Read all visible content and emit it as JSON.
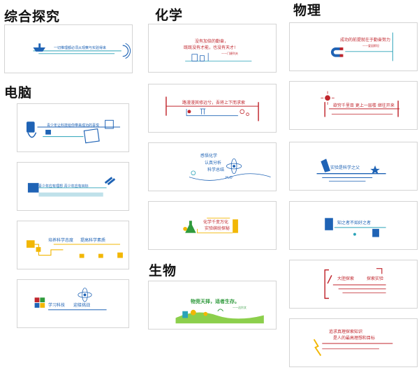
{
  "colors": {
    "blue": "#1f63b5",
    "teal": "#2aa3b8",
    "red": "#c0262d",
    "yellow": "#f2b705",
    "green": "#2f9a3c",
    "gray_border": "#d4d4d4"
  },
  "sections": {
    "comprehensive": "综合探究",
    "computer": "电脑",
    "chemistry": "化学",
    "biology": "生物",
    "physics": "物理"
  },
  "cards": {
    "comp1": {
      "text": "一切推理都必须从观察与实验得来"
    },
    "pc1": {
      "text": "青少年让科技给你带来成功的喜悦"
    },
    "pc2": {
      "text": "青少年应有理想 青少年应有目标"
    },
    "pc3": {
      "line1": "培养科学态度",
      "line2": "提高科学素质"
    },
    "pc4": {
      "line1": "学习科技",
      "line2": "迎接挑战"
    },
    "chem1": {
      "line1": "没有加倍的勤奋，",
      "line2": "既既没有才能，也没有天才!",
      "author": "——门捷列夫"
    },
    "chem2": {
      "text": "路漫漫其修远兮，吾将上下而求索"
    },
    "chem3": {
      "line1": "感悟化学",
      "line2": "认真分析",
      "line3": "科学总结",
      "formula": "H₂O"
    },
    "chem4": {
      "line1": "化学千变万化",
      "line2": "实验缤纷探秘"
    },
    "bio1": {
      "text": "物竞天择，适者生存。",
      "author": "——达尔文"
    },
    "phy1": {
      "text": "成功的前提就在于勤奋努力",
      "author": "——爱因斯坦"
    },
    "phy2": {
      "text": "欲穷千里目 更上一层楼 继往开来"
    },
    "phy3": {
      "text": "实验是科学之父"
    },
    "phy4": {
      "text": "知之者不如好之者"
    },
    "phy5": {
      "line1": "大胆探索",
      "line2": "探索实验"
    },
    "phy6": {
      "line1": "追求真理探索知识",
      "line2": "是人的最高理想和目标"
    }
  }
}
